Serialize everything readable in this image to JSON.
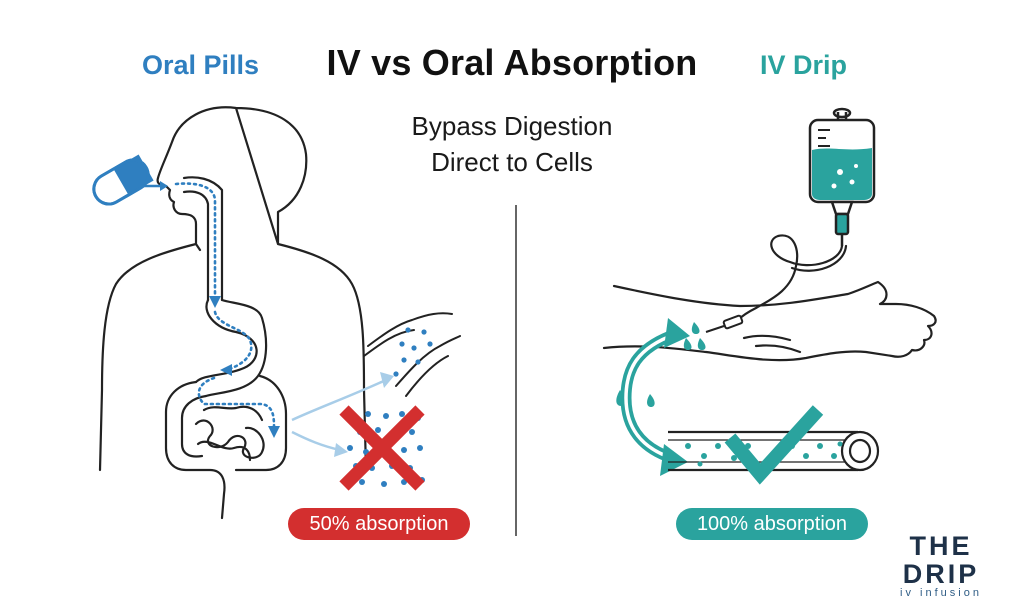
{
  "title": "IV vs Oral Absorption",
  "left": {
    "heading": "Oral Pills",
    "badge": "50% absorption"
  },
  "right": {
    "heading": "IV Drip",
    "badge": "100% absorption"
  },
  "center": {
    "line1": "Bypass Digestion",
    "line2": "Direct to Cells"
  },
  "brand": {
    "name": "THE DRIP",
    "tagline": "iv infusion"
  },
  "colors": {
    "oral_blue": "#2f7fc0",
    "iv_teal": "#2aa39e",
    "fail_red": "#d32f2f",
    "brand_navy": "#1e3148"
  },
  "icons": [
    "pill-icon",
    "human-body-silhouette",
    "digestive-tract-icon",
    "blood-vessel-icon",
    "red-x-icon",
    "iv-bag-icon",
    "arm-icon",
    "check-icon"
  ]
}
